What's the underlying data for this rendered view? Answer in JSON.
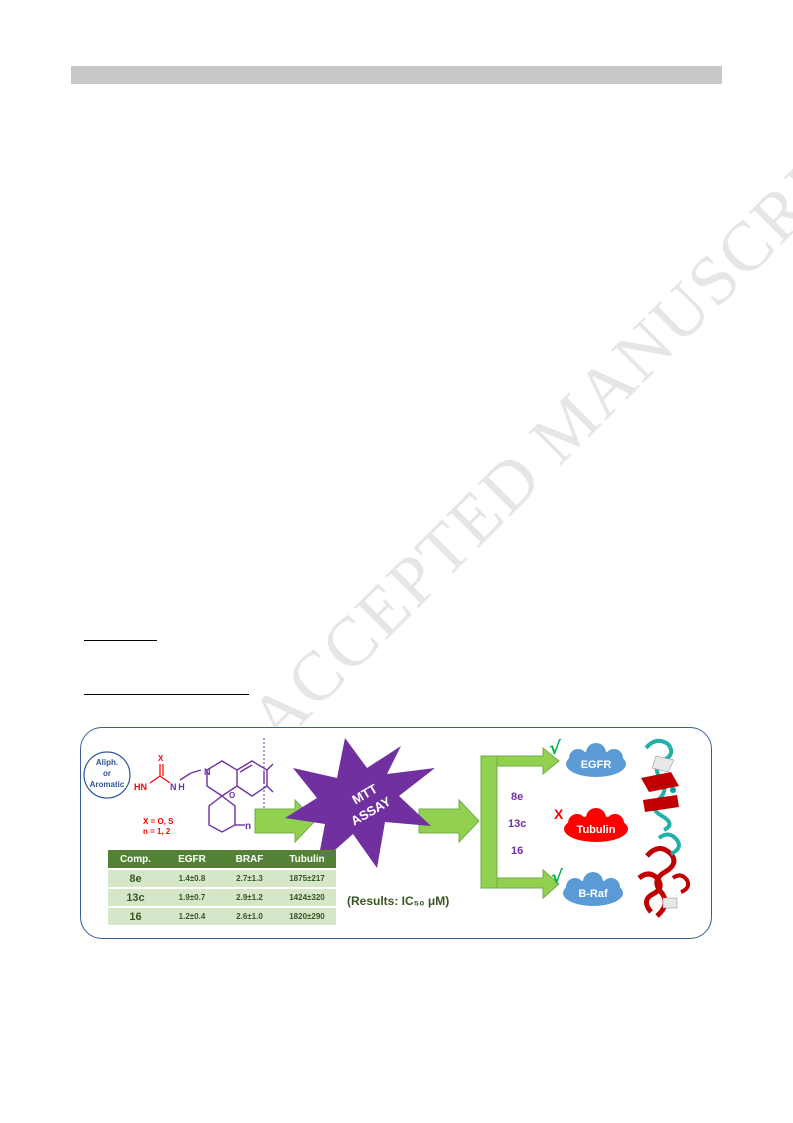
{
  "watermark": "ACCEPTED MANUSCRIPT",
  "structure": {
    "circle_text": [
      "Aliph.",
      "or",
      "Aromatic"
    ],
    "hn": "HN",
    "nh": "N H",
    "x": "X",
    "n_label": "n",
    "note1": "X = O, S",
    "note2": "n = 1, 2"
  },
  "assay_label": [
    "MTT",
    "ASSAY"
  ],
  "table": {
    "headers": [
      "Comp.",
      "EGFR",
      "BRAF",
      "Tubulin"
    ],
    "rows": [
      [
        "8e",
        "1.4±0.8",
        "2.7±1.3",
        "1875±217"
      ],
      [
        "13c",
        "1.9±0.7",
        "2.9±1.2",
        "1424±320"
      ],
      [
        "16",
        "1.2±0.4",
        "2.6±1.0",
        "1820±290"
      ]
    ]
  },
  "results_note": "(Results: IC₅₀ μM)",
  "compounds": [
    "8e",
    "13c",
    "16"
  ],
  "targets": [
    {
      "label": "EGFR",
      "mark": "√",
      "color": "#5b9bd5"
    },
    {
      "label": "Tubulin",
      "mark": "X",
      "color": "#ff0000"
    },
    {
      "label": "B-Raf",
      "mark": "√",
      "color": "#5b9bd5"
    }
  ],
  "colors": {
    "arrow": "#92d050",
    "burst": "#7030a0",
    "structure": "#7030a0",
    "frame": "#3a5f96"
  }
}
